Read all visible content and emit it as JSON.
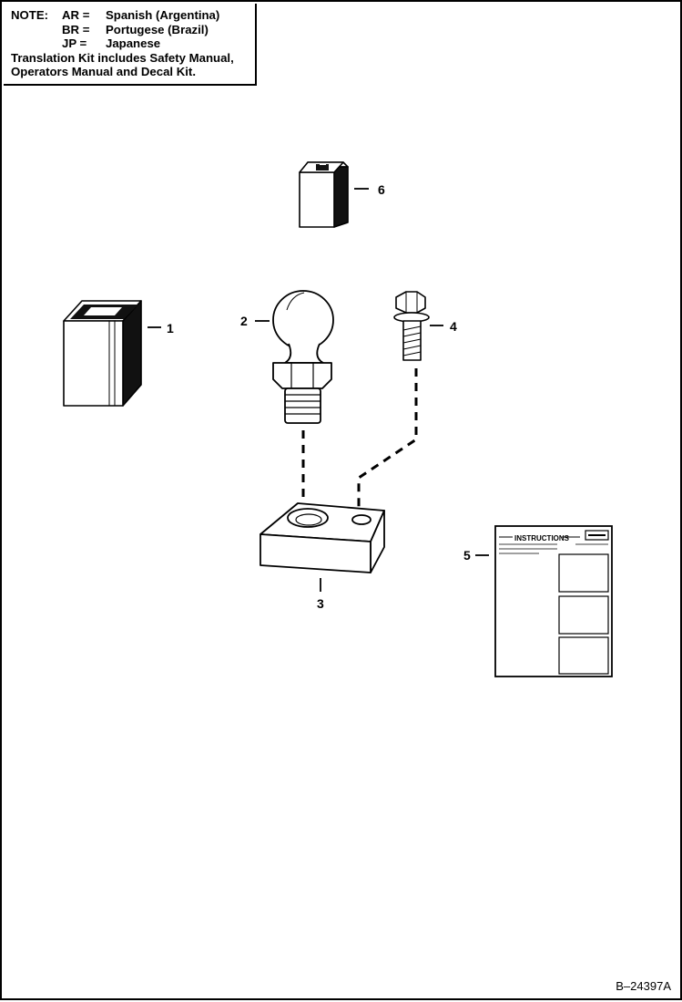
{
  "note": {
    "label": "NOTE:",
    "lines": [
      {
        "code": "AR =",
        "language": "Spanish (Argentina)"
      },
      {
        "code": "BR =",
        "language": "Portugese (Brazil)"
      },
      {
        "code": "JP =",
        "language": "Japanese"
      }
    ],
    "kit_line1": "Translation Kit includes Safety Manual,",
    "kit_line2": "Operators Manual and Decal Kit."
  },
  "callouts": {
    "c1": "1",
    "c2": "2",
    "c3": "3",
    "c4": "4",
    "c5": "5",
    "c6": "6"
  },
  "decal": {
    "title": "INSTRUCTIONS"
  },
  "figure_id": "B–24397A"
}
